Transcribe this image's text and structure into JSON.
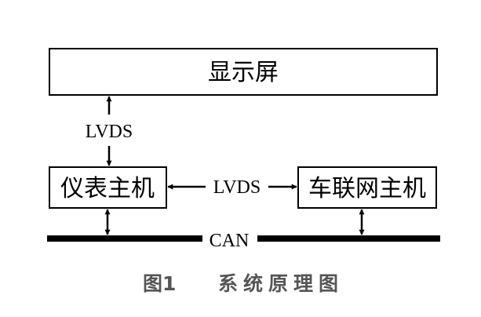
{
  "boxes": {
    "display": "显示屏",
    "instrument_host": "仪表主机",
    "telematics_host": "车联网主机"
  },
  "links": {
    "display_to_instrument": "LVDS",
    "instrument_to_telematics": "LVDS",
    "bus": "CAN"
  },
  "caption": {
    "number": "图1",
    "title": "系统原理图"
  },
  "colors": {
    "stroke": "#000000",
    "caption": "#555555",
    "background": "#ffffff"
  }
}
